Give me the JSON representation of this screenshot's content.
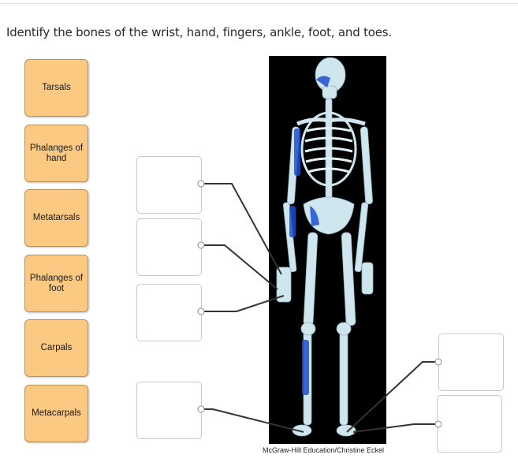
{
  "question": "Identify the bones of the wrist, hand, fingers, ankle, foot, and toes.",
  "labels": [
    {
      "text": "Tarsals"
    },
    {
      "text": "Phalanges of hand"
    },
    {
      "text": "Metatarsals"
    },
    {
      "text": "Phalanges of foot"
    },
    {
      "text": "Carpals"
    },
    {
      "text": "Metacarpals"
    }
  ],
  "drop_zones_count": 6,
  "image_credit": "McGraw-Hill Education/Christine Eckel",
  "colors": {
    "label_fill": "#fcc983",
    "label_border": "#b9925a",
    "figure_bg": "#000000",
    "bone": "#cfe6ee",
    "muscle_highlight": "#1f4fd1",
    "leader_line": "#333333"
  }
}
